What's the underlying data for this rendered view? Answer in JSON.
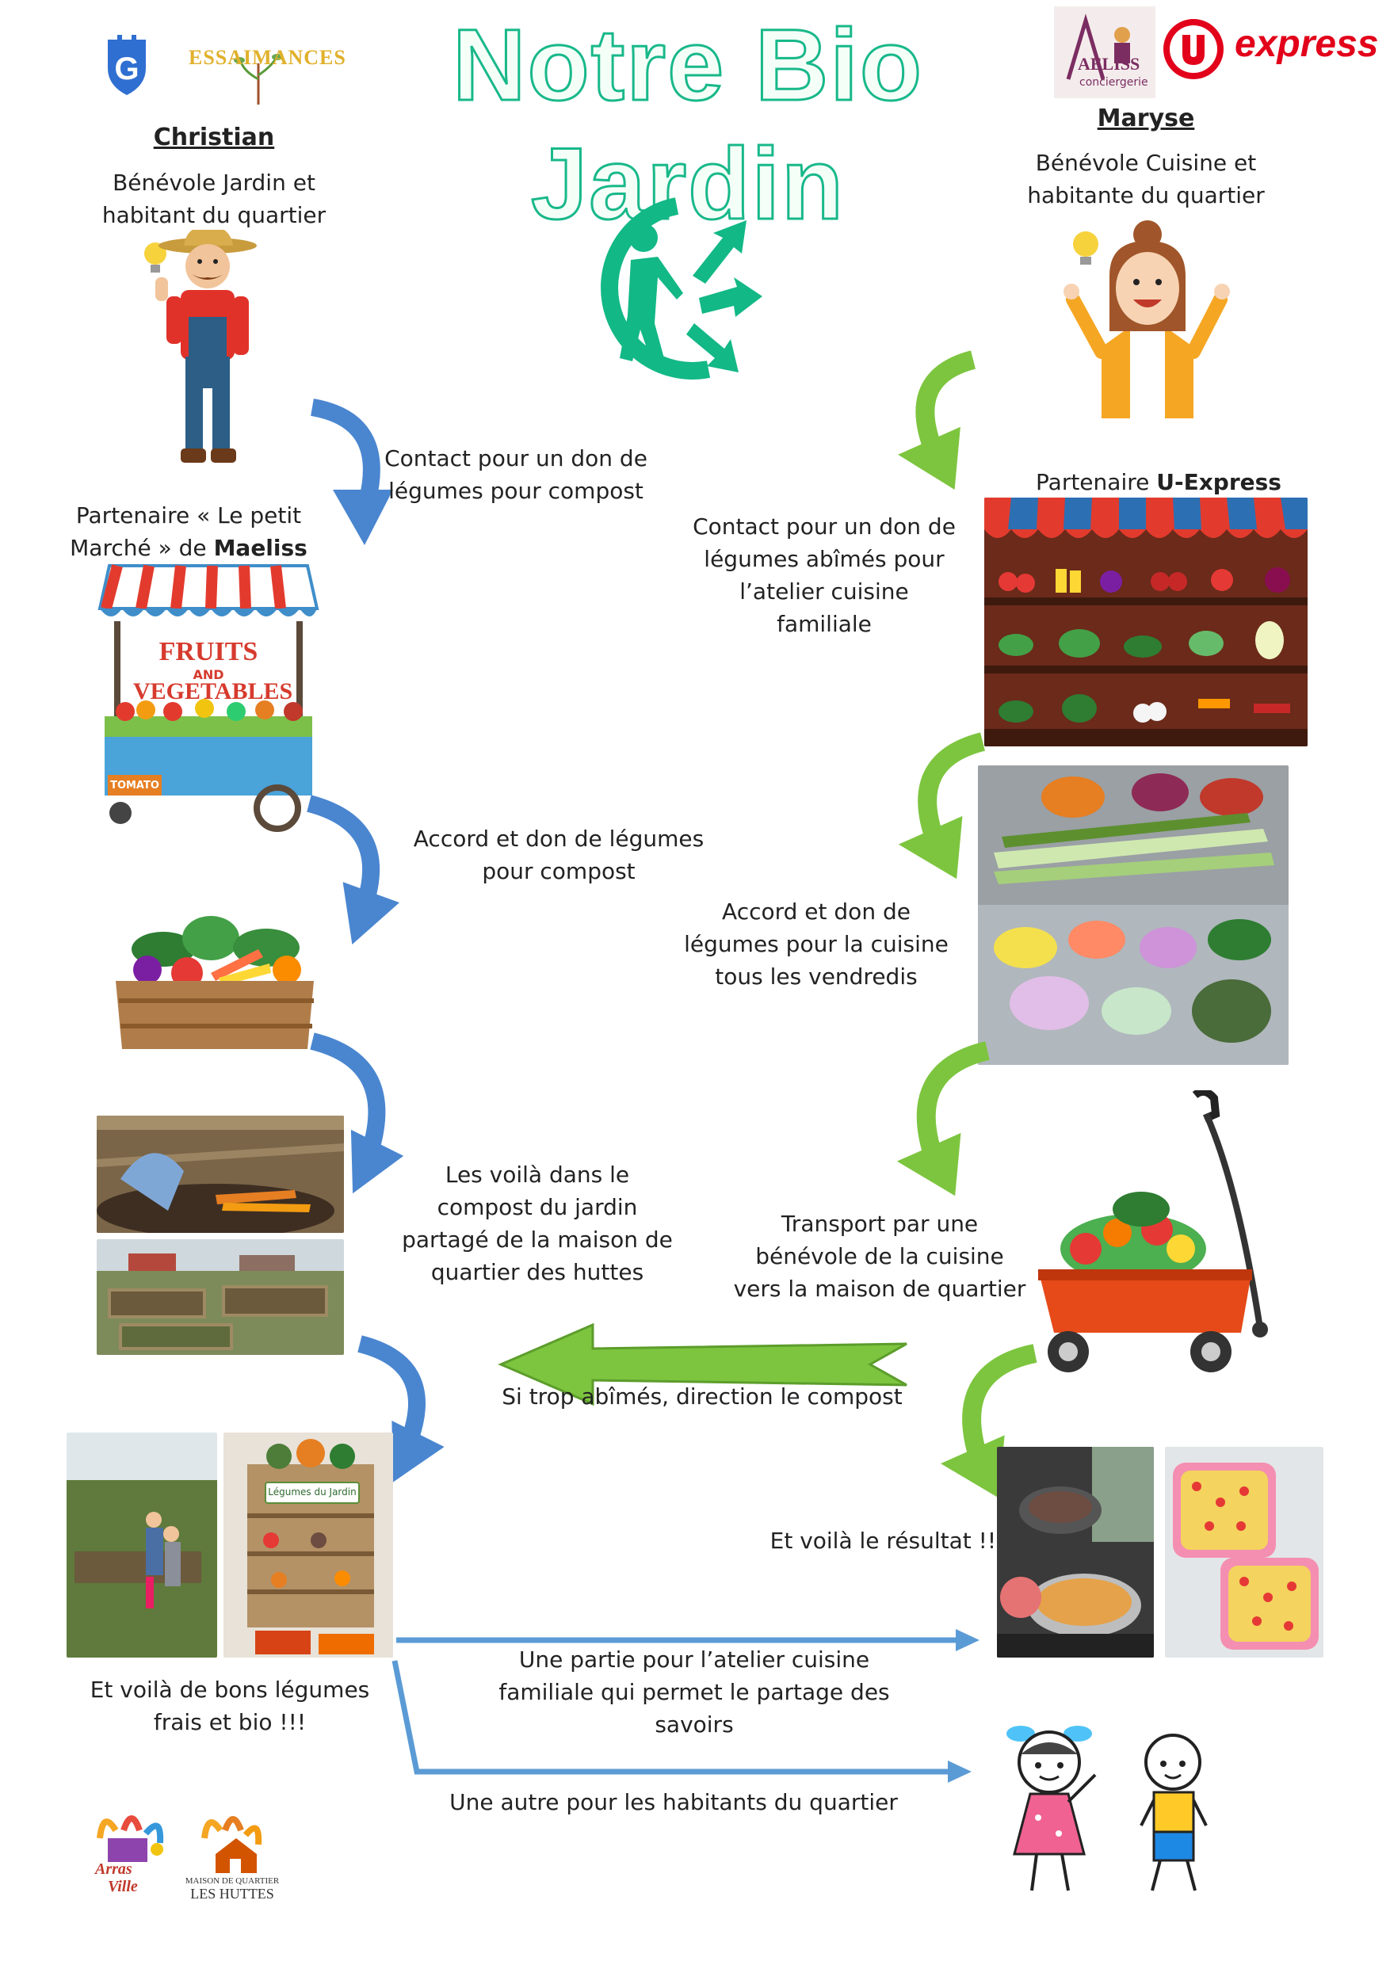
{
  "header": {
    "title": "Notre Bio Jardin",
    "logo_essaimances": "ESSAIMANCES",
    "logo_maeliss": "AELISS",
    "logo_maeliss_sub": "conciergerie",
    "logo_uexpress": "express"
  },
  "left": {
    "christian_name": "Christian",
    "christian_role": "Bénévole Jardin et habitant du quartier",
    "step1_caption": "Contact pour un don de légumes pour compost",
    "partner_maeliss": "Partenaire « Le petit Marché » de",
    "partner_maeliss_bold": "Maeliss",
    "cart_text_1": "FRUITS",
    "cart_text_2": "AND",
    "cart_text_3": "VEGETABLES",
    "cart_label": "TOMATO",
    "step2_caption": "Accord et don de légumes pour compost",
    "step3_caption": "Les voilà dans le compost du jardin partagé de la maison de quartier des huttes",
    "garden_sign": "Légumes du Jardin",
    "result_left": "Et voilà de bons légumes frais  et bio !!!"
  },
  "right": {
    "maryse_name": "Maryse",
    "maryse_role": "Bénévole Cuisine et habitante du quartier",
    "partner_uexpress": "Partenaire",
    "partner_uexpress_bold": "U-Express",
    "step1_caption": "Contact pour un don de légumes abîmés pour l’atelier cuisine familiale",
    "step2_caption": "Accord et don de légumes pour la cuisine tous les vendredis",
    "step3_caption": "Transport par une bénévole de la cuisine vers la maison de quartier",
    "compost_arrow_caption": "Si trop abîmés, direction le compost",
    "result_right": "Et voilà le résultat !!!"
  },
  "bottom": {
    "share_workshop": "Une partie pour l’atelier cuisine familiale qui permet le partage des savoirs",
    "share_residents": "Une autre pour les habitants du quartier",
    "logo_arras_1": "Arras",
    "logo_arras_2": "Ville",
    "logo_huttes_1": "MAISON DE QUARTIER",
    "logo_huttes_2": "LES HUTTES"
  },
  "colors": {
    "title_stroke": "#18b88a",
    "recycle_green": "#12b886",
    "arrow_blue": "#4a86d0",
    "arrow_green": "#7dc53f",
    "line_blue": "#5b9bd5",
    "uexpress_red": "#e2001a"
  }
}
